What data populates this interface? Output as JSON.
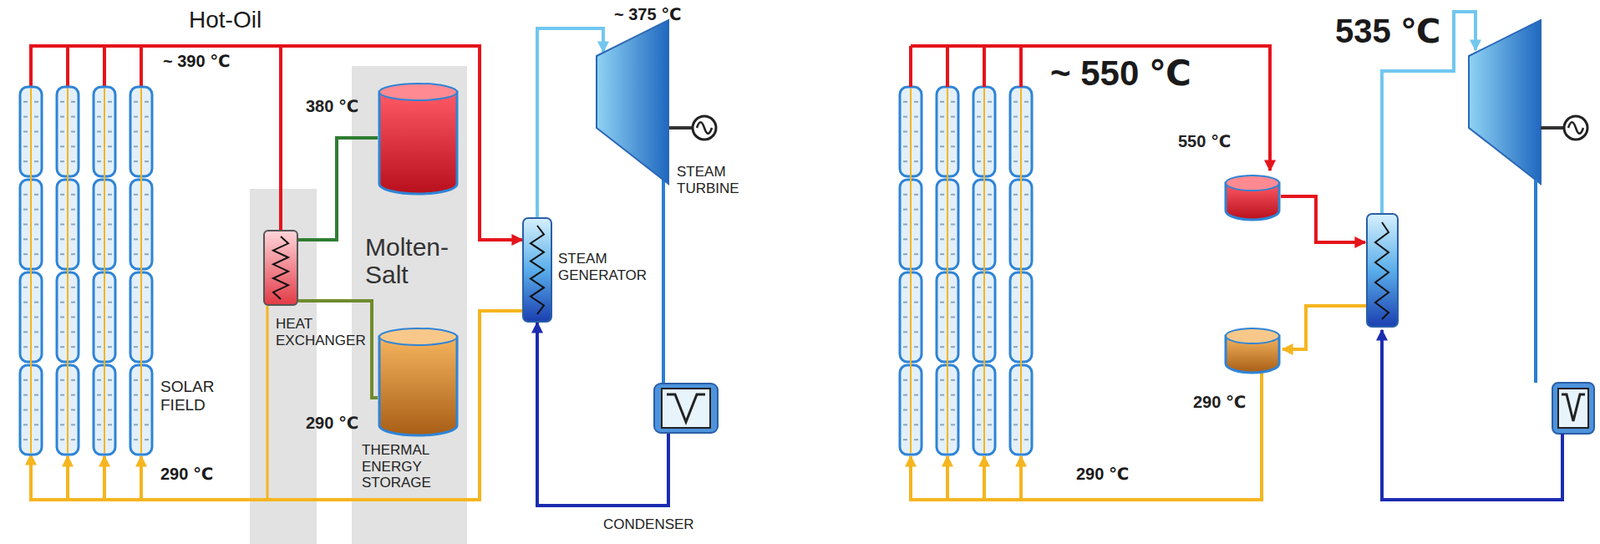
{
  "diagram": {
    "nodes": [
      {
        "text": [
          "SOLAR FIELD"
        ]
      },
      {
        "text": [
          "HEAT EXCHANGER"
        ]
      },
      {
        "text": [
          "Molten-Salt",
          "THERMAL ENERGY STORAGE"
        ]
      },
      {
        "text": [
          "380 ℃"
        ],
        "in": 2
      },
      {
        "text": [
          "290 ℃"
        ],
        "in": 2
      },
      {
        "text": [
          "STEAM GENERATOR"
        ]
      },
      {
        "text": [
          "STEAM TURBINE"
        ]
      },
      {
        "text": [
          "CONDENSER"
        ]
      },
      {
        "text": [
          "550 ℃"
        ]
      },
      {
        "text": [
          "290 ℃"
        ]
      }
    ],
    "edges": [
      {
        "from": 0,
        "to": 1,
        "arrow": "none"
      },
      {
        "from": 0,
        "to": 5,
        "arrow": "to"
      },
      {
        "from": 1,
        "to": 3,
        "arrow": "none"
      },
      {
        "from": 1,
        "to": 4,
        "arrow": "none"
      },
      {
        "from": 5,
        "to": 0,
        "arrow": "to"
      },
      {
        "from": 5,
        "to": 6,
        "arrow": "to"
      },
      {
        "from": 6,
        "to": 7,
        "arrow": "none"
      },
      {
        "from": 7,
        "to": 5,
        "arrow": "to"
      }
    ],
    "labels": [
      "Hot-Oil",
      "~ 390 ℃",
      "290 ℃",
      "~ 375 ℃",
      "~ 550 ℃",
      "535 ℃",
      "290 ℃"
    ]
  }
}
